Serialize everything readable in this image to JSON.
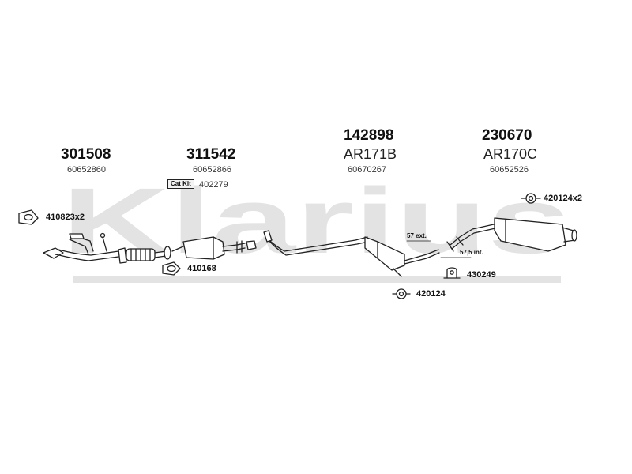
{
  "watermark": "Klarius",
  "parts": [
    {
      "number": "301508",
      "code": "60652860"
    },
    {
      "number": "311542",
      "code": "60652866"
    },
    {
      "number": "142898",
      "ref": "AR171B",
      "code": "60670267"
    },
    {
      "number": "230670",
      "ref": "AR170C",
      "code": "60652526"
    }
  ],
  "cat_kit": {
    "badge": "Cat Kit",
    "code": "402279"
  },
  "accessories": [
    "410823x2",
    "410168",
    "420124x2",
    "420124",
    "430249"
  ],
  "pipe_labels": [
    "57 ext.",
    "57,5 int."
  ],
  "colors": {
    "watermark": "#e3e3e3",
    "ink": "#222222"
  }
}
